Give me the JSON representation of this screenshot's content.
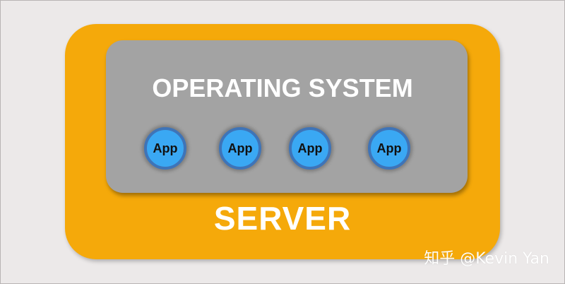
{
  "diagram": {
    "server": {
      "label": "SERVER"
    },
    "operating_system": {
      "label": "OPERATING SYSTEM"
    },
    "apps": [
      {
        "label": "App"
      },
      {
        "label": "App"
      },
      {
        "label": "App"
      },
      {
        "label": "App"
      }
    ]
  },
  "watermark": {
    "text": "知乎 @Kevin Yan"
  },
  "colors": {
    "server_fill": "#f5a90a",
    "os_fill": "#a3a3a3",
    "app_fill": "#3aa8f3",
    "app_border": "#3e74b8",
    "background": "#ece9e9"
  }
}
